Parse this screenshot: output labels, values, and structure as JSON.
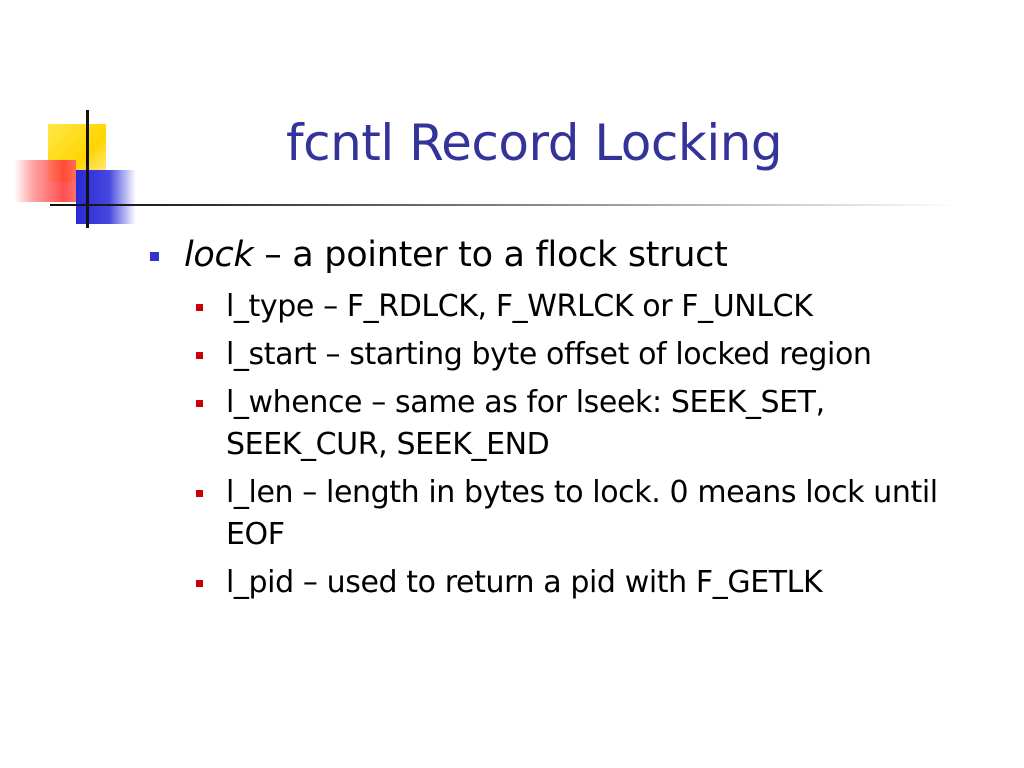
{
  "slide": {
    "title": "fcntl Record Locking",
    "bullet": {
      "lead": "lock",
      "rest": " – a pointer to a flock struct"
    },
    "sub_bullets": [
      "l_type – F_RDLCK, F_WRLCK or F_UNLCK",
      "l_start – starting byte offset of locked region",
      "l_whence – same as for lseek: SEEK_SET, SEEK_CUR, SEEK_END",
      "l_len – length in bytes to lock. 0 means lock until EOF",
      "l_pid – used to return a pid with F_GETLK"
    ]
  },
  "colors": {
    "title": "#333399",
    "level1_marker": "#3333cc",
    "level2_marker": "#cc0000",
    "logo_yellow": "#ffd400",
    "logo_red": "#ff3b3b",
    "logo_blue": "#2a2ad8"
  }
}
